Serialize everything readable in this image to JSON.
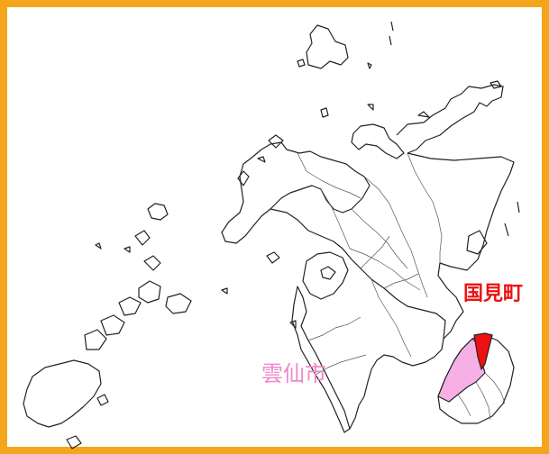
{
  "map": {
    "frame_color": "#f5a51c",
    "coast_color": "#222222",
    "highlights": [
      {
        "id": "kunimi",
        "label": "国見町",
        "color": "#ee1111"
      },
      {
        "id": "unzen",
        "label": "雲仙市",
        "color": "#ee88cc",
        "fill": "#f7b0e6"
      }
    ]
  }
}
